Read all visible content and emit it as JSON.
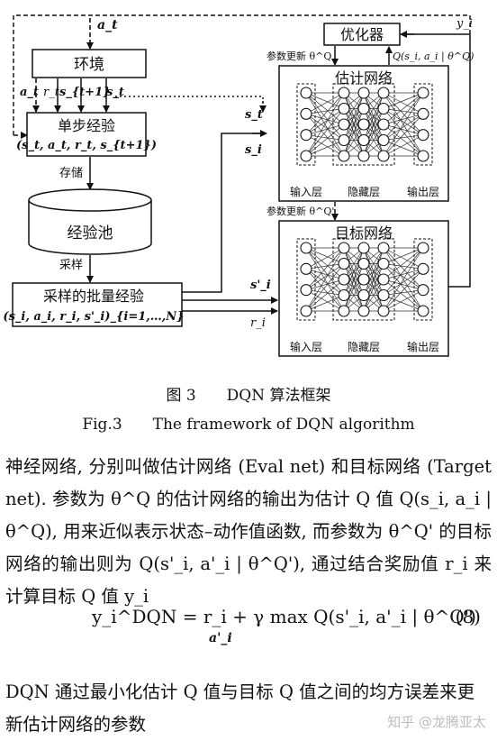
{
  "figure": {
    "nodes": {
      "env": "环境",
      "exp": "单步经验",
      "exp_tuple": "(s_t, a_t, r_t, s_{t+1})",
      "pool": "经验池",
      "batch": "采样的批量经验",
      "batch_tuple": "(s_i, a_i, r_i, s'_i)_{i=1,…,N}",
      "optimizer": "优化器",
      "eval_net": "估计网络",
      "target_net": "目标网络"
    },
    "layers": {
      "input": "输入层",
      "hidden": "隐藏层",
      "output": "输出层"
    },
    "labels": {
      "a_t_top": "a_t",
      "env_out_a": "a_t",
      "env_out_r": "r_t",
      "env_out_s1": "s_{t+1}",
      "env_out_s": "s_t",
      "store": "存储",
      "sample": "采样",
      "st": "s_t",
      "si": "s_i",
      "si_prime": "s'_i",
      "ri": "r_i",
      "yi": "y_i",
      "param_update_q": "参数更新 θ^Q",
      "param_update_q_prime": "参数更新 θ^Q'",
      "q_output": "Q(s_i, a_i | θ^Q)"
    }
  },
  "caption": {
    "cn": "图 3　　DQN 算法框架",
    "en": "Fig.3　　The framework of DQN algorithm"
  },
  "body_text": "神经网络, 分别叫做估计网络 (Eval net) 和目标网络 (Target net). 参数为 θ^Q 的估计网络的输出为估计 Q 值 Q(s_i, a_i | θ^Q), 用来近似表示状态–动作值函数, 而参数为 θ^Q' 的目标网络的输出则为 Q(s'_i, a'_i | θ^Q'), 通过结合奖励值 r_i 来计算目标 Q 值 y_i",
  "equation": {
    "text": "y_i^DQN = r_i + γ max Q(s'_i, a'_i | θ^Q')",
    "subscript": "a'_i",
    "number": "(8)"
  },
  "final_text": "DQN 通过最小化估计 Q 值与目标 Q 值之间的均方误差来更新估计网络的参数",
  "watermark": "知乎 @龙腾亚太"
}
